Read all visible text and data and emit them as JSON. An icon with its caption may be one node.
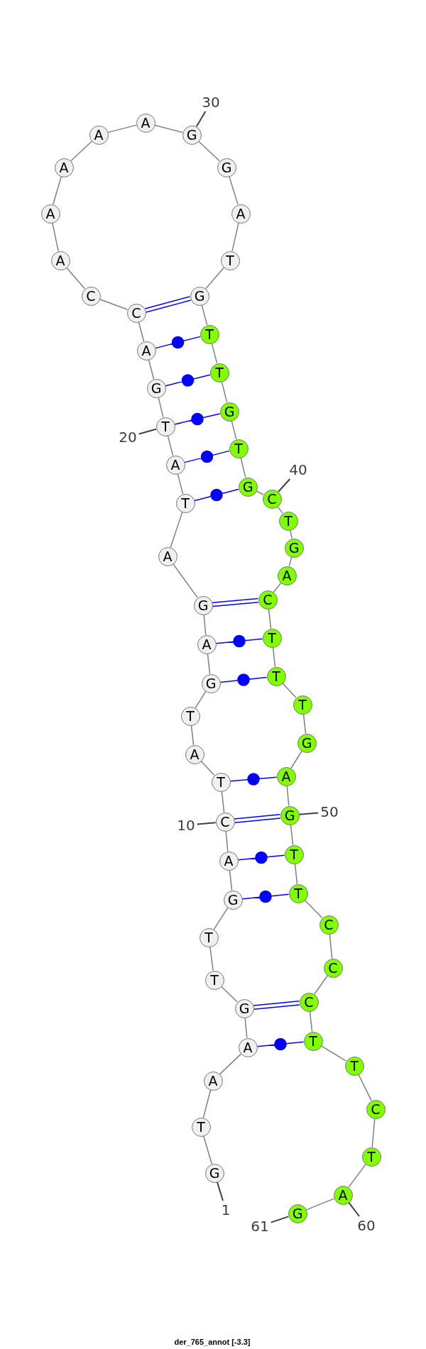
{
  "diagram": {
    "caption": "der_765_annot [-3.3]",
    "nodes": [
      {
        "text": [
          "G"
        ]
      },
      {
        "text": [
          "T"
        ]
      },
      {
        "text": [
          "A"
        ]
      },
      {
        "text": [
          "A"
        ]
      },
      {
        "text": [
          "G"
        ]
      },
      {
        "text": [
          "T"
        ]
      },
      {
        "text": [
          "T"
        ]
      },
      {
        "text": [
          "G"
        ]
      },
      {
        "text": [
          "A"
        ]
      },
      {
        "text": [
          "C"
        ]
      },
      {
        "text": [
          "T"
        ]
      },
      {
        "text": [
          "A"
        ]
      },
      {
        "text": [
          "T"
        ]
      },
      {
        "text": [
          "G"
        ]
      },
      {
        "text": [
          "A"
        ]
      },
      {
        "text": [
          "G"
        ]
      },
      {
        "text": [
          "A"
        ]
      },
      {
        "text": [
          "T"
        ]
      },
      {
        "text": [
          "A"
        ]
      },
      {
        "text": [
          "T"
        ]
      },
      {
        "text": [
          "G"
        ]
      },
      {
        "text": [
          "A"
        ]
      },
      {
        "text": [
          "C"
        ]
      },
      {
        "text": [
          "C"
        ]
      },
      {
        "text": [
          "A"
        ]
      },
      {
        "text": [
          "A"
        ]
      },
      {
        "text": [
          "A"
        ]
      },
      {
        "text": [
          "A"
        ]
      },
      {
        "text": [
          "A"
        ]
      },
      {
        "text": [
          "G"
        ]
      },
      {
        "text": [
          "G"
        ]
      },
      {
        "text": [
          "A"
        ]
      },
      {
        "text": [
          "T"
        ]
      },
      {
        "text": [
          "G"
        ]
      },
      {
        "text": [
          "T"
        ]
      },
      {
        "text": [
          "T"
        ]
      },
      {
        "text": [
          "G"
        ]
      },
      {
        "text": [
          "T"
        ]
      },
      {
        "text": [
          "G"
        ]
      },
      {
        "text": [
          "C"
        ]
      },
      {
        "text": [
          "T"
        ]
      },
      {
        "text": [
          "G"
        ]
      },
      {
        "text": [
          "A"
        ]
      },
      {
        "text": [
          "C"
        ]
      },
      {
        "text": [
          "T"
        ]
      },
      {
        "text": [
          "T"
        ]
      },
      {
        "text": [
          "T"
        ]
      },
      {
        "text": [
          "G"
        ]
      },
      {
        "text": [
          "A"
        ]
      },
      {
        "text": [
          "G"
        ]
      },
      {
        "text": [
          "T"
        ]
      },
      {
        "text": [
          "T"
        ]
      },
      {
        "text": [
          "C"
        ]
      },
      {
        "text": [
          "C"
        ]
      },
      {
        "text": [
          "C"
        ]
      },
      {
        "text": [
          "T"
        ]
      },
      {
        "text": [
          "T"
        ]
      },
      {
        "text": [
          "C"
        ]
      },
      {
        "text": [
          "T"
        ]
      },
      {
        "text": [
          "A"
        ]
      },
      {
        "text": [
          "G"
        ]
      },
      {
        "text": [
          "30"
        ]
      },
      {
        "text": [
          "20"
        ]
      },
      {
        "text": [
          "40"
        ]
      },
      {
        "text": [
          "50"
        ]
      },
      {
        "text": [
          "10"
        ]
      },
      {
        "text": [
          "1"
        ]
      },
      {
        "text": [
          "61"
        ]
      },
      {
        "text": [
          "60"
        ]
      }
    ],
    "edges": [
      {
        "from": 0,
        "to": 1,
        "arrow": "none"
      },
      {
        "from": 1,
        "to": 2,
        "arrow": "none"
      },
      {
        "from": 2,
        "to": 3,
        "arrow": "none"
      },
      {
        "from": 3,
        "to": 4,
        "arrow": "none"
      },
      {
        "from": 4,
        "to": 5,
        "arrow": "none"
      },
      {
        "from": 5,
        "to": 6,
        "arrow": "none"
      },
      {
        "from": 6,
        "to": 7,
        "arrow": "none"
      },
      {
        "from": 7,
        "to": 8,
        "arrow": "none"
      },
      {
        "from": 8,
        "to": 9,
        "arrow": "none"
      },
      {
        "from": 9,
        "to": 10,
        "arrow": "none"
      },
      {
        "from": 10,
        "to": 11,
        "arrow": "none"
      },
      {
        "from": 11,
        "to": 12,
        "arrow": "none"
      },
      {
        "from": 12,
        "to": 13,
        "arrow": "none"
      },
      {
        "from": 13,
        "to": 14,
        "arrow": "none"
      },
      {
        "from": 14,
        "to": 15,
        "arrow": "none"
      },
      {
        "from": 15,
        "to": 16,
        "arrow": "none"
      },
      {
        "from": 16,
        "to": 17,
        "arrow": "none"
      },
      {
        "from": 17,
        "to": 18,
        "arrow": "none"
      },
      {
        "from": 18,
        "to": 19,
        "arrow": "none"
      },
      {
        "from": 19,
        "to": 20,
        "arrow": "none"
      },
      {
        "from": 20,
        "to": 21,
        "arrow": "none"
      },
      {
        "from": 21,
        "to": 22,
        "arrow": "none"
      },
      {
        "from": 22,
        "to": 23,
        "arrow": "none"
      },
      {
        "from": 23,
        "to": 24,
        "arrow": "none"
      },
      {
        "from": 24,
        "to": 25,
        "arrow": "none"
      },
      {
        "from": 25,
        "to": 26,
        "arrow": "none"
      },
      {
        "from": 26,
        "to": 27,
        "arrow": "none"
      },
      {
        "from": 27,
        "to": 28,
        "arrow": "none"
      },
      {
        "from": 28,
        "to": 29,
        "arrow": "none"
      },
      {
        "from": 29,
        "to": 30,
        "arrow": "none"
      },
      {
        "from": 30,
        "to": 31,
        "arrow": "none"
      },
      {
        "from": 31,
        "to": 32,
        "arrow": "none"
      },
      {
        "from": 32,
        "to": 33,
        "arrow": "none"
      },
      {
        "from": 33,
        "to": 34,
        "arrow": "none"
      },
      {
        "from": 34,
        "to": 35,
        "arrow": "none"
      },
      {
        "from": 35,
        "to": 36,
        "arrow": "none"
      },
      {
        "from": 36,
        "to": 37,
        "arrow": "none"
      },
      {
        "from": 37,
        "to": 38,
        "arrow": "none"
      },
      {
        "from": 38,
        "to": 39,
        "arrow": "none"
      },
      {
        "from": 39,
        "to": 40,
        "arrow": "none"
      },
      {
        "from": 40,
        "to": 41,
        "arrow": "none"
      },
      {
        "from": 41,
        "to": 42,
        "arrow": "none"
      },
      {
        "from": 42,
        "to": 43,
        "arrow": "none"
      },
      {
        "from": 43,
        "to": 44,
        "arrow": "none"
      },
      {
        "from": 44,
        "to": 45,
        "arrow": "none"
      },
      {
        "from": 45,
        "to": 46,
        "arrow": "none"
      },
      {
        "from": 46,
        "to": 47,
        "arrow": "none"
      },
      {
        "from": 47,
        "to": 48,
        "arrow": "none"
      },
      {
        "from": 48,
        "to": 49,
        "arrow": "none"
      },
      {
        "from": 49,
        "to": 50,
        "arrow": "none"
      },
      {
        "from": 50,
        "to": 51,
        "arrow": "none"
      },
      {
        "from": 51,
        "to": 52,
        "arrow": "none"
      },
      {
        "from": 52,
        "to": 53,
        "arrow": "none"
      },
      {
        "from": 53,
        "to": 54,
        "arrow": "none"
      },
      {
        "from": 54,
        "to": 55,
        "arrow": "none"
      },
      {
        "from": 55,
        "to": 56,
        "arrow": "none"
      },
      {
        "from": 56,
        "to": 57,
        "arrow": "none"
      },
      {
        "from": 57,
        "to": 58,
        "arrow": "none"
      },
      {
        "from": 58,
        "to": 59,
        "arrow": "none"
      },
      {
        "from": 59,
        "to": 60,
        "arrow": "none"
      },
      {
        "from": 22,
        "to": 33,
        "arrow": "none",
        "color": "#0000ff"
      },
      {
        "from": 21,
        "to": 34,
        "arrow": "none",
        "color": "#0000ff"
      },
      {
        "from": 20,
        "to": 35,
        "arrow": "none",
        "color": "#0000ff"
      },
      {
        "from": 19,
        "to": 36,
        "arrow": "none",
        "color": "#0000ff"
      },
      {
        "from": 18,
        "to": 37,
        "arrow": "none",
        "color": "#0000ff"
      },
      {
        "from": 17,
        "to": 38,
        "arrow": "none",
        "color": "#0000ff"
      },
      {
        "from": 15,
        "to": 43,
        "arrow": "none",
        "color": "#0000ff"
      },
      {
        "from": 14,
        "to": 44,
        "arrow": "none",
        "color": "#0000ff"
      },
      {
        "from": 13,
        "to": 45,
        "arrow": "none",
        "color": "#0000ff"
      },
      {
        "from": 10,
        "to": 48,
        "arrow": "none",
        "color": "#0000ff"
      },
      {
        "from": 9,
        "to": 49,
        "arrow": "none",
        "color": "#0000ff"
      },
      {
        "from": 8,
        "to": 50,
        "arrow": "none",
        "color": "#0000ff"
      },
      {
        "from": 7,
        "to": 51,
        "arrow": "none",
        "color": "#0000ff"
      },
      {
        "from": 4,
        "to": 54,
        "arrow": "none",
        "color": "#0000ff"
      },
      {
        "from": 3,
        "to": 55,
        "arrow": "none",
        "color": "#0000ff"
      },
      {
        "from": 61,
        "to": 29,
        "arrow": "none",
        "color": "#404040"
      },
      {
        "from": 62,
        "to": 19,
        "arrow": "none",
        "color": "#404040"
      },
      {
        "from": 63,
        "to": 39,
        "arrow": "none",
        "color": "#404040"
      },
      {
        "from": 64,
        "to": 49,
        "arrow": "none",
        "color": "#404040"
      },
      {
        "from": 65,
        "to": 9,
        "arrow": "none",
        "color": "#404040"
      },
      {
        "from": 66,
        "to": 0,
        "arrow": "none",
        "color": "#404040"
      },
      {
        "from": 67,
        "to": 60,
        "arrow": "none",
        "color": "#404040"
      },
      {
        "from": 68,
        "to": 59,
        "arrow": "none",
        "color": "#404040"
      }
    ]
  }
}
